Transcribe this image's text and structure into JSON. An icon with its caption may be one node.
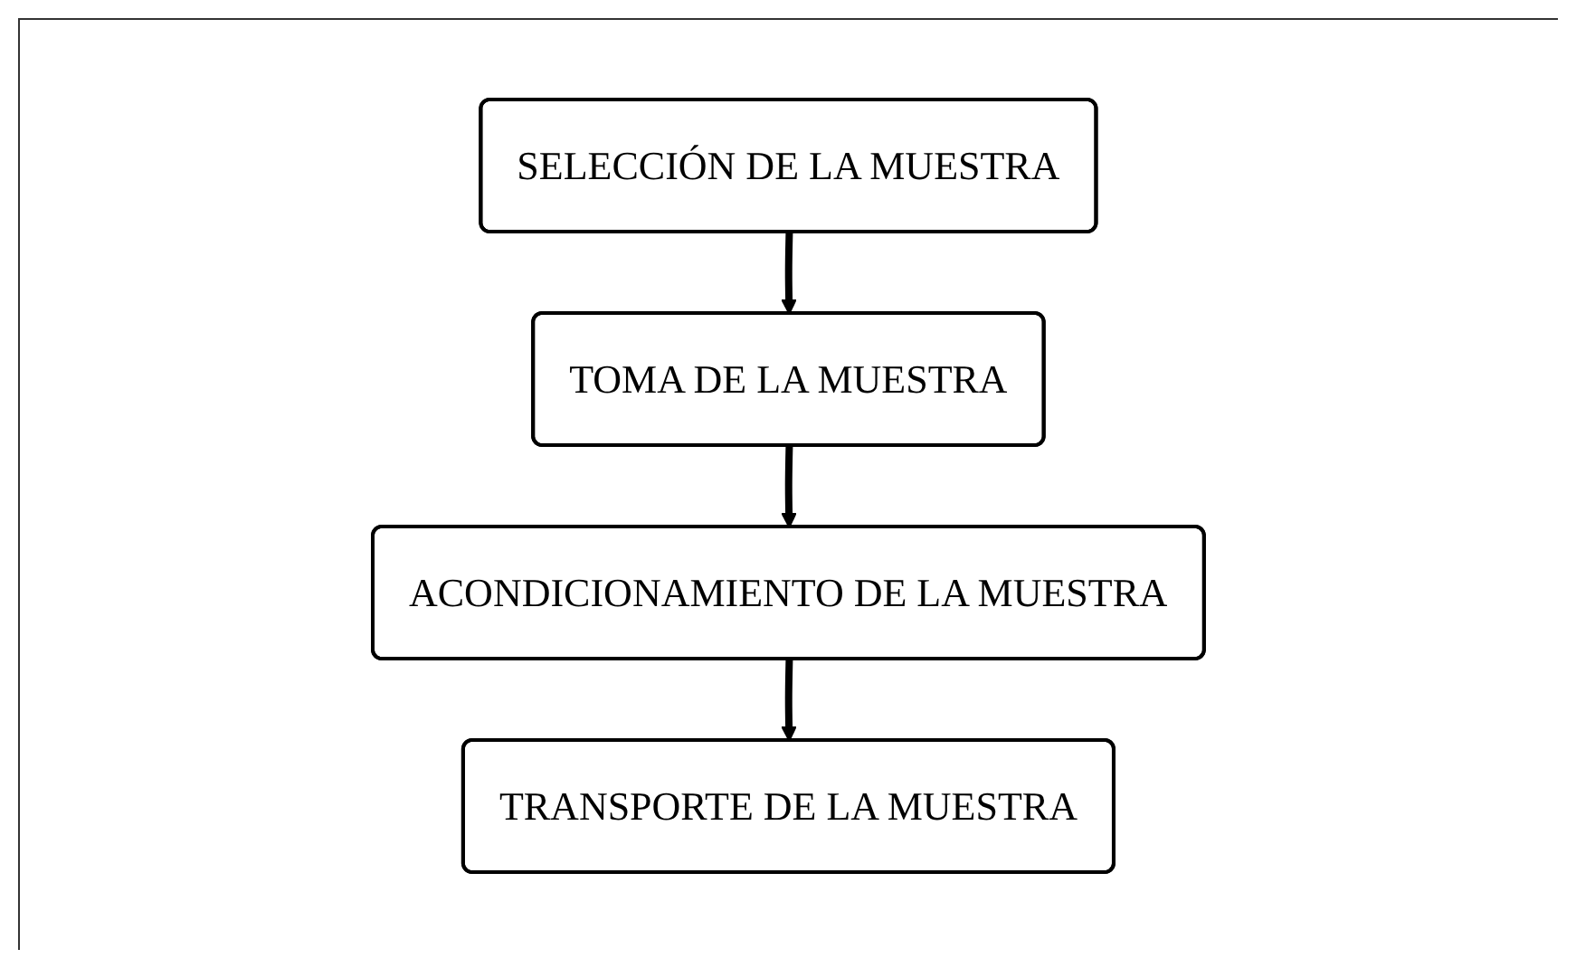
{
  "diagram": {
    "nodes": [
      {
        "text": [
          "SELECCIÓN DE LA MUESTRA"
        ]
      },
      {
        "text": [
          "TOMA DE LA MUESTRA"
        ]
      },
      {
        "text": [
          "ACONDICIONAMIENTO DE LA MUESTRA"
        ]
      },
      {
        "text": [
          "TRANSPORTE DE LA MUESTRA"
        ]
      }
    ],
    "edges": [
      {
        "from": 0,
        "to": 1,
        "arrow": "to"
      },
      {
        "from": 1,
        "to": 2,
        "arrow": "to"
      },
      {
        "from": 2,
        "to": 3,
        "arrow": "to"
      }
    ]
  }
}
